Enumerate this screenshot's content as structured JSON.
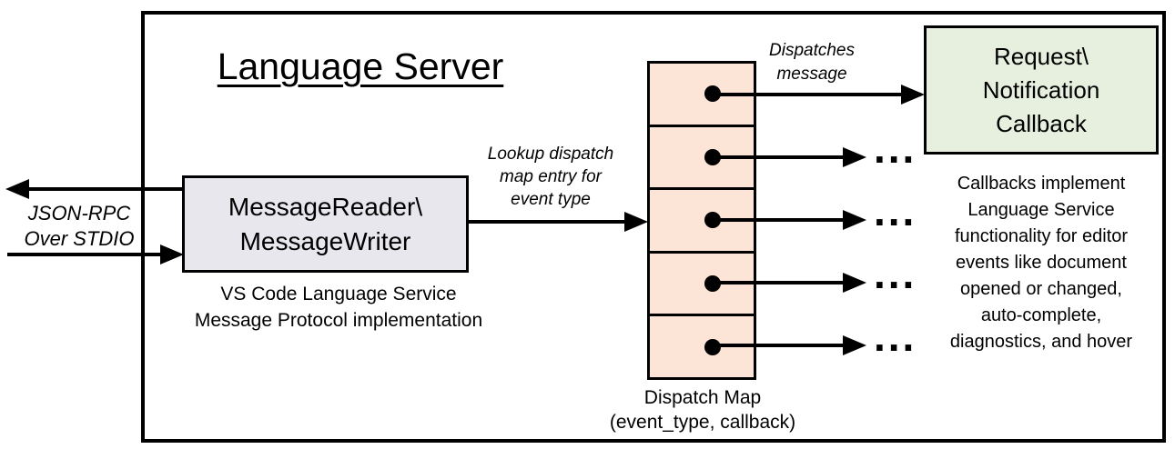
{
  "title": "Language Server",
  "stdio_label": "JSON-RPC\nOver STDIO",
  "reader_box": {
    "label": "MessageReader\\\nMessageWriter",
    "caption": "VS Code Language Service\nMessage Protocol implementation"
  },
  "lookup_label": "Lookup dispatch\nmap entry for\nevent type",
  "dispatch_map": {
    "caption": "Dispatch Map\n(event_type, callback)",
    "cell_count": 5
  },
  "dispatches_label": "Dispatches\nmessage",
  "callback_box": {
    "label": "Request\\\nNotification\nCallback"
  },
  "callbacks_note": "Callbacks implement\nLanguage Service\nfunctionality for editor\nevents like document\nopened or changed,\nauto-complete,\ndiagnostics, and hover",
  "ellipsis": "...",
  "colors": {
    "outline": "#000000",
    "reader_box_fill": "#e8e7ee",
    "dispatch_map_fill": "#fce4d6",
    "callback_box_fill": "#e7efde",
    "background": "#ffffff"
  }
}
